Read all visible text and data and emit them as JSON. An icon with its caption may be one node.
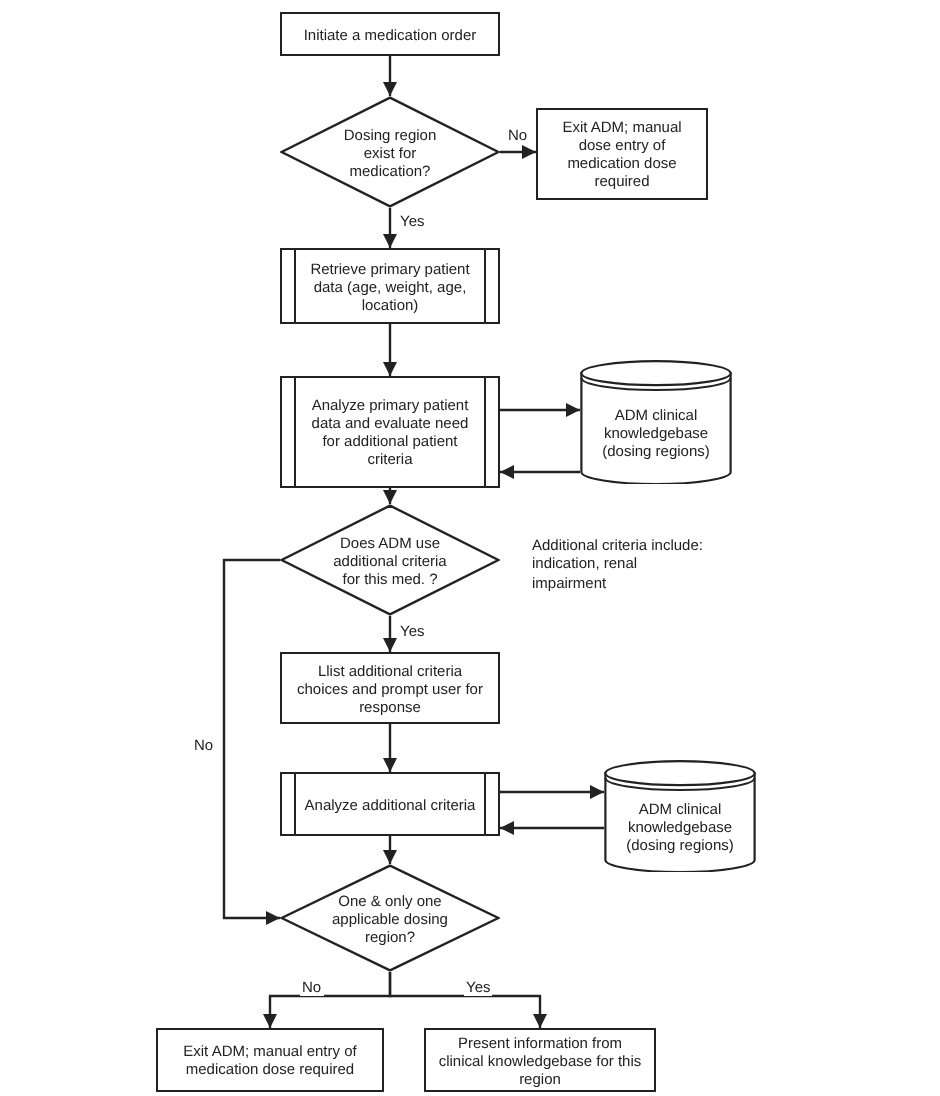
{
  "diagram": {
    "nodes": [
      {
        "text": [
          "Initiate a medication order"
        ]
      },
      {
        "text": [
          "Dosing region exist for medication?"
        ]
      },
      {
        "text": [
          "Exit ADM; manual dose entry of medication dose required"
        ]
      },
      {
        "text": [
          "Retrieve primary patient data (age, weight, age, location)"
        ]
      },
      {
        "text": [
          "Analyze primary patient data and evaluate need for additional patient criteria"
        ]
      },
      {
        "text": [
          "ADM clinical knowledgebase (dosing regions)"
        ]
      },
      {
        "text": [
          "Does ADM use additional criteria for this med. ?"
        ],
        "beside": [
          "Additional criteria include: indication, renal impairment"
        ]
      },
      {
        "text": [
          "Llist additional criteria choices and prompt user for response"
        ]
      },
      {
        "text": [
          "Analyze additional criteria"
        ]
      },
      {
        "text": [
          "ADM clinical knowledgebase (dosing regions)"
        ]
      },
      {
        "text": [
          "One & only one applicable dosing region?"
        ]
      },
      {
        "text": [
          "Exit ADM; manual entry of medication dose required"
        ]
      },
      {
        "text": [
          "Present information from clinical knowledgebase for this region"
        ]
      }
    ],
    "edges": [
      {
        "from": 0,
        "to": 1,
        "arrow": "to"
      },
      {
        "from": 1,
        "to": 2,
        "arrow": "to",
        "label": "No"
      },
      {
        "from": 1,
        "to": 3,
        "arrow": "to",
        "label": "Yes"
      },
      {
        "from": 3,
        "to": 4,
        "arrow": "to"
      },
      {
        "from": 4,
        "to": 5,
        "arrow": "to"
      },
      {
        "from": 5,
        "to": 4,
        "arrow": "to"
      },
      {
        "from": 4,
        "to": 6,
        "arrow": "to"
      },
      {
        "from": 6,
        "to": 7,
        "arrow": "to",
        "label": "Yes"
      },
      {
        "from": 6,
        "to": 10,
        "arrow": "to",
        "label": "No"
      },
      {
        "from": 7,
        "to": 8,
        "arrow": "to"
      },
      {
        "from": 8,
        "to": 9,
        "arrow": "to"
      },
      {
        "from": 9,
        "to": 8,
        "arrow": "to"
      },
      {
        "from": 8,
        "to": 10,
        "arrow": "to"
      },
      {
        "from": 10,
        "to": 11,
        "arrow": "to",
        "label": "No"
      },
      {
        "from": 10,
        "to": 12,
        "arrow": "to",
        "label": "Yes"
      }
    ]
  }
}
